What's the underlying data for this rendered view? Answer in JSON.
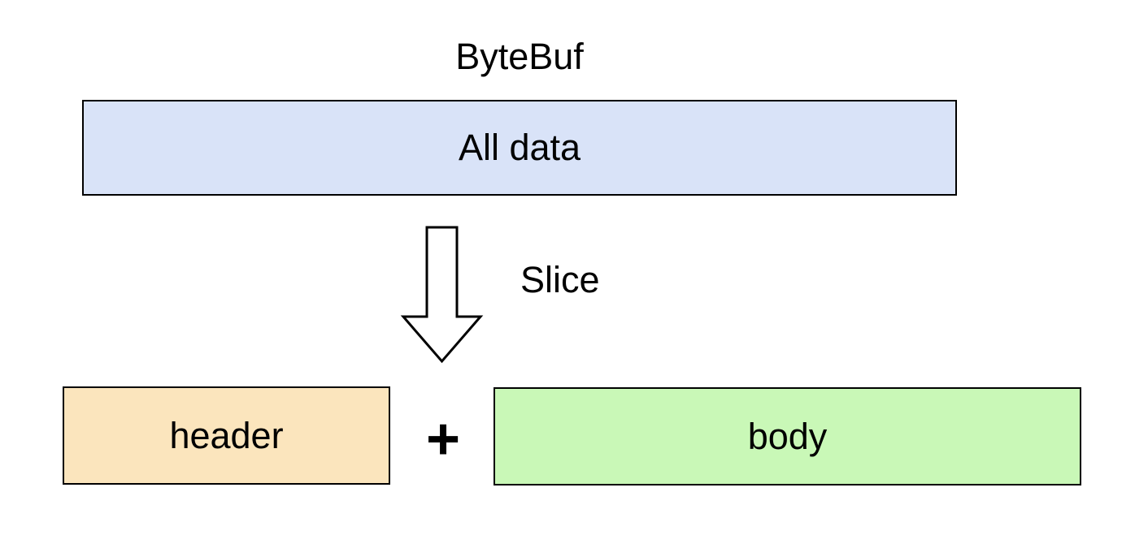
{
  "diagram": {
    "title": "ByteBuf",
    "source_box": {
      "label": "All data",
      "fill": "#D9E3F8"
    },
    "operation": {
      "label": "Slice",
      "arrow_direction": "down",
      "arrow_fill": "#FFFFFF",
      "arrow_stroke": "#000000"
    },
    "plus_sign": "+",
    "result_boxes": [
      {
        "id": "header",
        "label": "header",
        "fill": "#FBE5BD"
      },
      {
        "id": "body",
        "label": "body",
        "fill": "#C9F8B7"
      }
    ],
    "border_color": "#000000",
    "background": "#FFFFFF"
  }
}
